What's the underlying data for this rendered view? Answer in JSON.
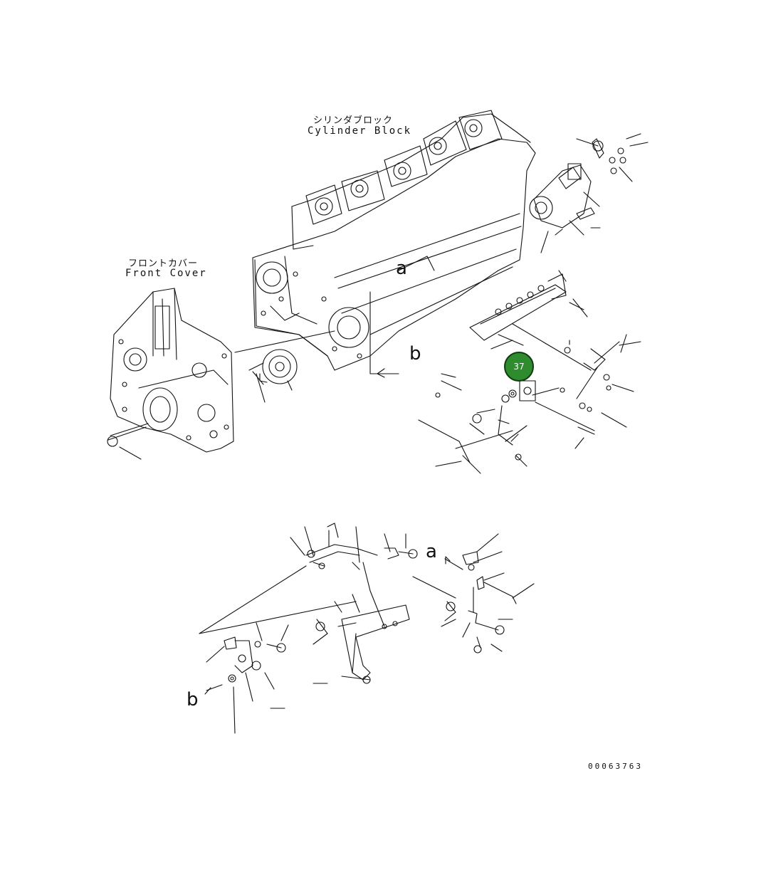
{
  "labels": {
    "cylinder_block_jp": "シリンダブロック",
    "cylinder_block_en": "Cylinder Block",
    "front_cover_jp": "フロントカバー",
    "front_cover_en": "Front Cover",
    "ref_a_top": "a",
    "ref_b_top": "b",
    "ref_a_bottom": "a",
    "ref_b_bottom": "b",
    "drawing_code": "00063763"
  },
  "callouts": [
    {
      "number": "37",
      "color": "#2e8b2e"
    }
  ]
}
